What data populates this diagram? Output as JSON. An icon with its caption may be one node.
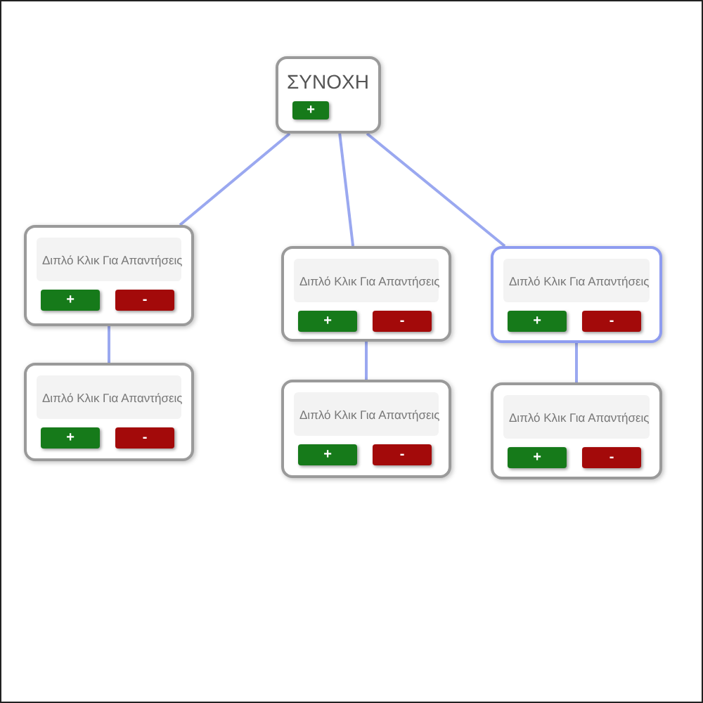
{
  "diagram": {
    "nodes": [
      {
        "text": [
          "ΣΥΝΟΧΗ",
          "+"
        ]
      },
      {
        "text": [
          "Διπλό Κλικ Για Απαντήσεις",
          "+",
          "-"
        ]
      },
      {
        "text": [
          "Διπλό Κλικ Για Απαντήσεις",
          "+",
          "-"
        ]
      },
      {
        "text": [
          "Διπλό Κλικ Για Απαντήσεις",
          "+",
          "-"
        ]
      },
      {
        "text": [
          "Διπλό Κλικ Για Απαντήσεις",
          "+",
          "-"
        ]
      },
      {
        "text": [
          "Διπλό Κλικ Για Απαντήσεις",
          "+",
          "-"
        ]
      },
      {
        "text": [
          "Διπλό Κλικ Για Απαντήσεις",
          "+",
          "-"
        ]
      }
    ],
    "edges": [
      {
        "from": 0,
        "to": 1,
        "arrow": "none"
      },
      {
        "from": 0,
        "to": 3,
        "arrow": "none"
      },
      {
        "from": 0,
        "to": 5,
        "arrow": "none"
      },
      {
        "from": 1,
        "to": 2,
        "arrow": "none"
      },
      {
        "from": 3,
        "to": 4,
        "arrow": "none"
      },
      {
        "from": 5,
        "to": 6,
        "arrow": "none"
      }
    ]
  }
}
